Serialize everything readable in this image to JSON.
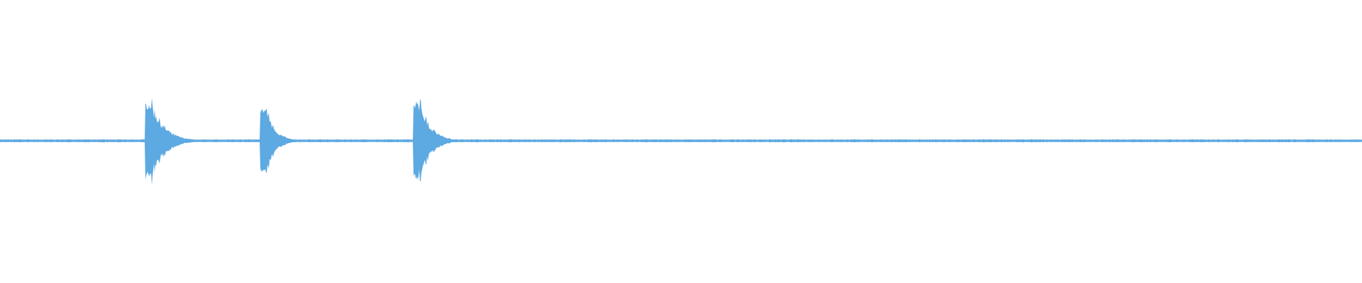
{
  "waveform": {
    "color": "#5DA9E1",
    "baseline_amplitude": 0.03,
    "transients": [
      {
        "onset": 0.1065,
        "peak": 1.0,
        "decay": 0.026,
        "duration": 0.055
      },
      {
        "onset": 0.191,
        "peak": 0.85,
        "decay": 0.018,
        "duration": 0.04
      },
      {
        "onset": 0.3035,
        "peak": 1.05,
        "decay": 0.022,
        "duration": 0.045
      }
    ]
  }
}
